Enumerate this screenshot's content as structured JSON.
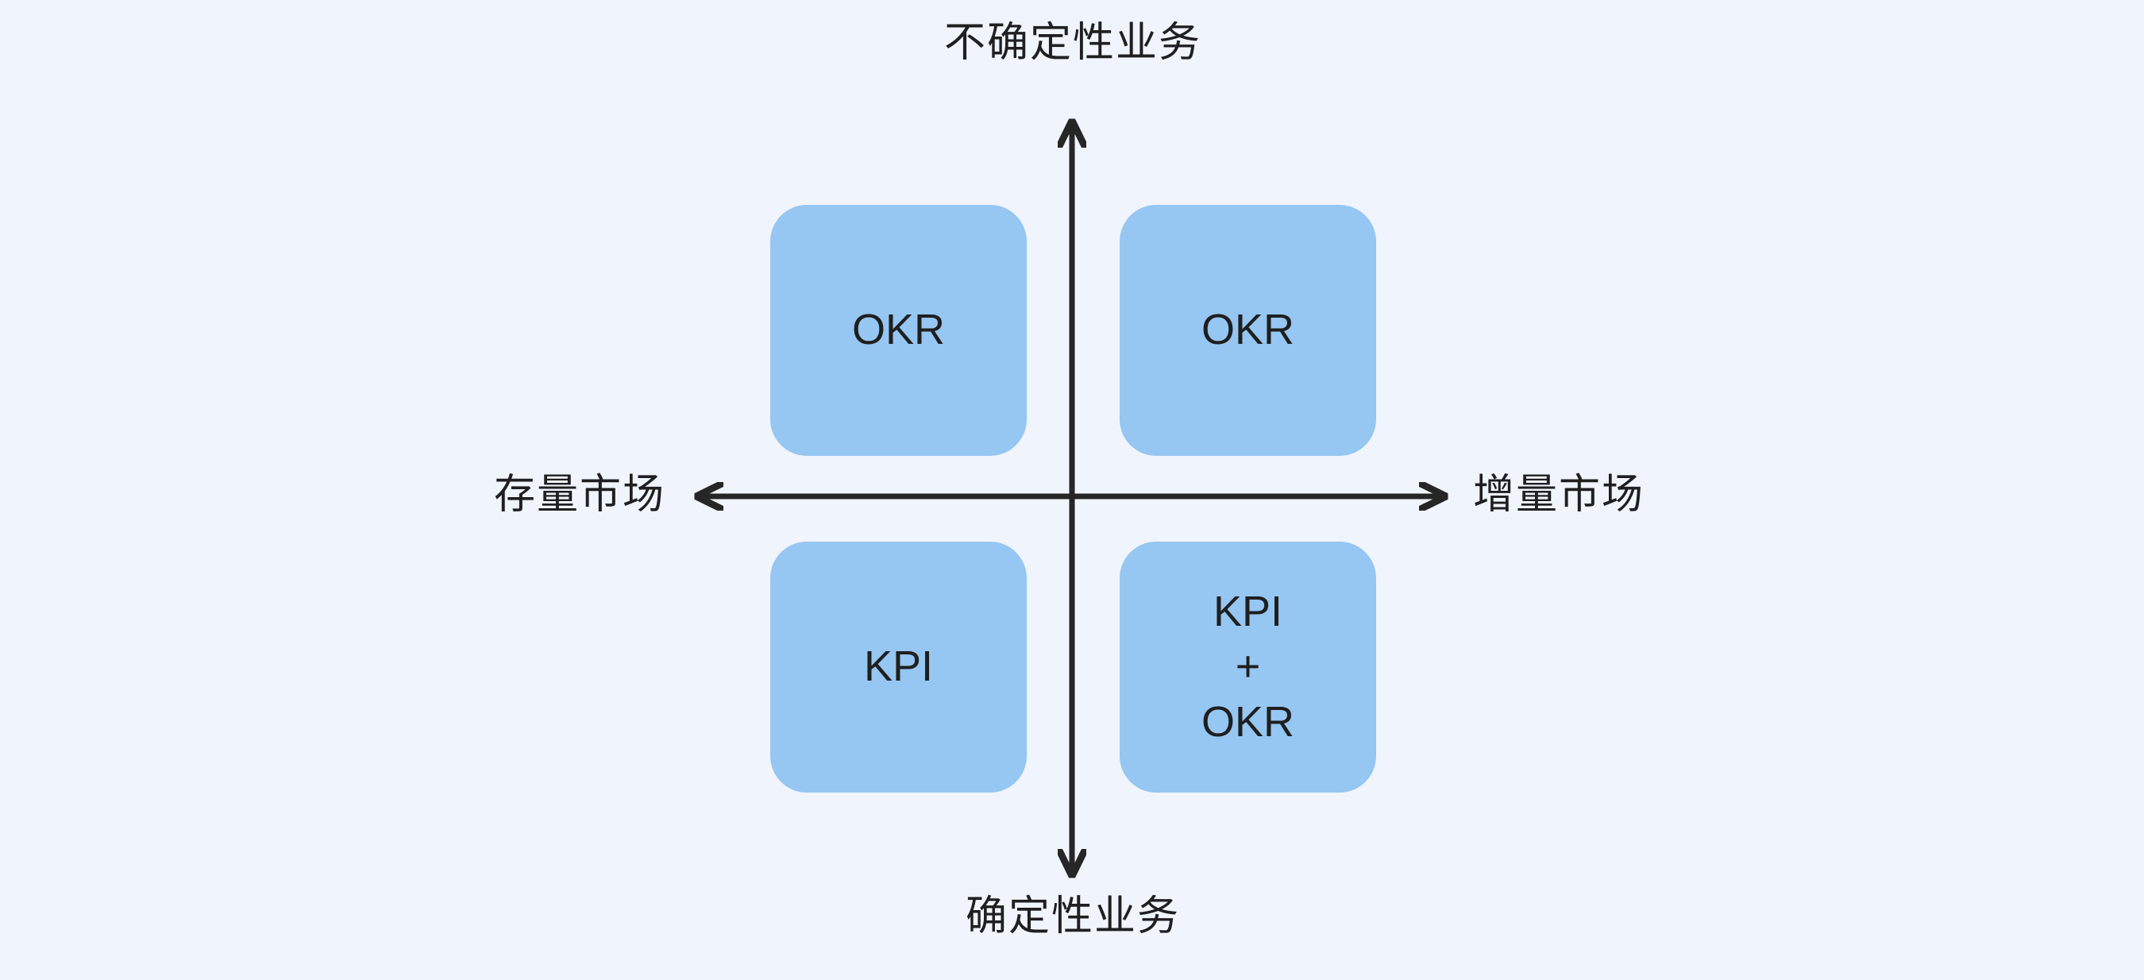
{
  "diagram": {
    "type": "2x2-quadrant-matrix",
    "background_color": "#f0f4fd",
    "card_color": "#96c6f2",
    "axis_color": "#262626",
    "text_color": "#1f1f1f",
    "axes": {
      "vertical": {
        "top_label": "不确定性业务",
        "bottom_label": "确定性业务"
      },
      "horizontal": {
        "left_label": "存量市场",
        "right_label": "增量市场"
      }
    },
    "quadrants": [
      {
        "position": "top-left",
        "lines": [
          "OKR"
        ]
      },
      {
        "position": "top-right",
        "lines": [
          "OKR"
        ]
      },
      {
        "position": "bottom-left",
        "lines": [
          "KPI"
        ]
      },
      {
        "position": "bottom-right",
        "lines": [
          "KPI",
          "+",
          "OKR"
        ]
      }
    ]
  }
}
